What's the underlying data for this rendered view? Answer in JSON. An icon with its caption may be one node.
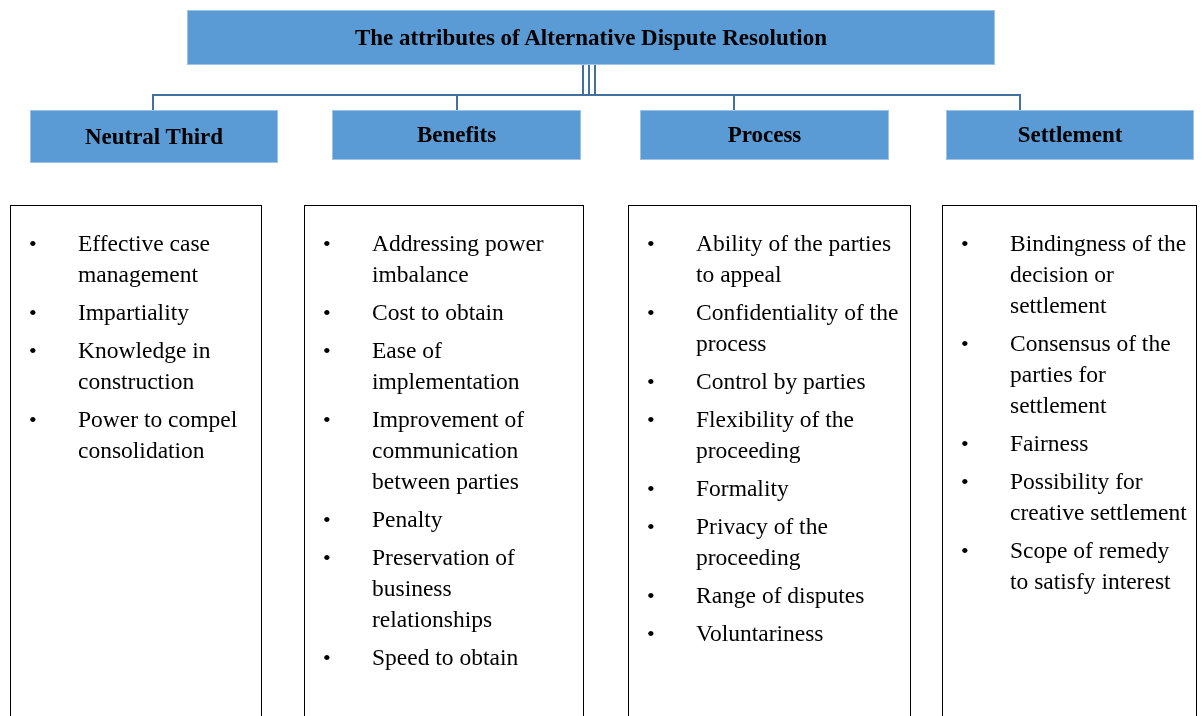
{
  "diagram": {
    "nodes": [
      {
        "text": [
          "The attributes of Alternative Dispute Resolution"
        ]
      },
      {
        "text": [
          "Neutral Third"
        ]
      },
      {
        "text": [
          "Benefits"
        ]
      },
      {
        "text": [
          "Process"
        ]
      },
      {
        "text": [
          "Settlement"
        ]
      },
      {
        "text": [
          "•",
          "Effective case management",
          "•",
          "Impartiality",
          "•",
          "Knowledge in construction",
          "•",
          "Power to compel consolidation"
        ]
      },
      {
        "text": [
          "•",
          "Addressing power imbalance",
          "•",
          "Cost to obtain",
          "•",
          "Ease of implementation",
          "•",
          "Improvement of communication between parties",
          "•",
          "Penalty",
          "•",
          "Preservation of business relationships",
          "•",
          "Speed to obtain"
        ]
      },
      {
        "text": [
          "•",
          "Ability of the parties to appeal",
          "•",
          "Confidentiality of the process",
          "•",
          "Control by parties",
          "•",
          "Flexibility of the proceeding",
          "•",
          "Formality",
          "•",
          "Privacy of the proceeding",
          "•",
          "Range of disputes",
          "•",
          "Voluntariness"
        ]
      },
      {
        "text": [
          "•",
          "Bindingness of the decision or settlement",
          "•",
          "Consensus of the parties for settlement",
          "•",
          "Fairness",
          "•",
          "Possibility for creative settlement",
          "•",
          "Scope of remedy to satisfy interest"
        ]
      }
    ],
    "edges": [
      {
        "from": 0,
        "to": 1,
        "arrow": "none"
      },
      {
        "from": 0,
        "to": 2,
        "arrow": "none"
      },
      {
        "from": 0,
        "to": 3,
        "arrow": "none"
      },
      {
        "from": 0,
        "to": 4,
        "arrow": "none"
      }
    ]
  }
}
